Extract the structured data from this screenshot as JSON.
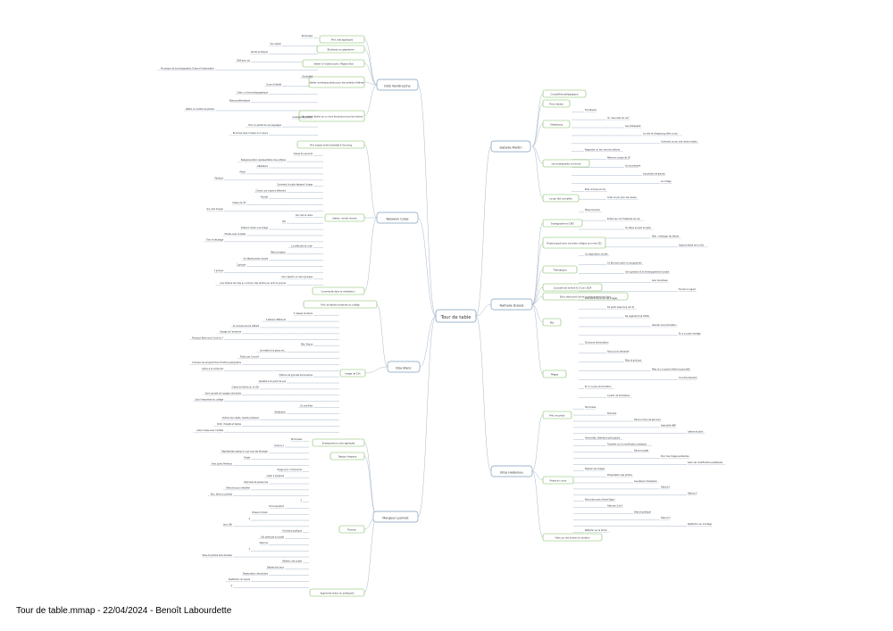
{
  "colors": {
    "line": "#a9b8c8",
    "green": "#7dbb5a",
    "blue": "#7f9fbf",
    "text": "#333333"
  },
  "footer": "Tour de table.mmap - 22/04/2024 - Benoît Labourdette",
  "root": {
    "label": "Tour de table"
  },
  "branches": [
    {
      "label": "Eliot Vandiresche",
      "children": [
        {
          "label": "Prof. arts appliqués"
        },
        {
          "label": "Etudiants en graphisme"
        },
        {
          "label": "Atelier à l'institut avec l'Afghan Box"
        },
        {
          "label": "Atelier numérique photo pour des enfants d'élèves"
        },
        {
          "label": "Lille a lancé l'atelier sur un choix des photos et sur leur lecture"
        }
      ]
    },
    {
      "label": "Nolwenn Colas",
      "children": [
        {
          "label": "Prof. anglais lycée Gambetta à Tourcoing"
        },
        {
          "label": "Atelier: monté donner"
        },
        {
          "label": "Commenté dans la médiation !"
        }
      ]
    },
    {
      "label": "Elsa Blanc",
      "children": [
        {
          "label": "Prof. de lettres modernes au collège"
        },
        {
          "label": "Image de 15h"
        }
      ]
    },
    {
      "label": "Margaux Lyonnet",
      "children": [
        {
          "label": "Enseignante en arts appliqués"
        },
        {
          "label": "Design d'espace"
        },
        {
          "label": "Travaux"
        },
        {
          "label": "Apprendre mieux en pratiquant"
        }
      ]
    },
    {
      "label": "Isabelle Martin",
      "children": [
        {
          "label": "Conseillère pédagogique"
        },
        {
          "label": "Trois classes"
        },
        {
          "label": "Strasbourg"
        },
        {
          "label": "Les enseignants ont envie"
        },
        {
          "label": "Le jeu fait connaître"
        }
      ]
    },
    {
      "label": "Nathalie Dubois",
      "children": [
        {
          "label": "Enseignante en CM2"
        },
        {
          "label": "Projet proposé avec une autre collègue qui a des CE1"
        },
        {
          "label": "Thématique"
        },
        {
          "label": "Le projet doit se faire le 17 juin 2024"
        },
        {
          "label": "Elle a découvert l'art et la photographie bien tard"
        },
        {
          "label": "Mol"
        },
        {
          "label": "Pièges"
        }
      ]
    },
    {
      "label": "Elisa Hadereau",
      "children": [
        {
          "label": "Prof. de photo"
        },
        {
          "label": "Projet en cours"
        },
        {
          "label": "Vidéo sur des formes de narration"
        }
      ]
    }
  ],
  "details": {
    "eliot": [
      "Terminales",
      "Son atelier",
      "Atouts pratiques",
      "Défi pour soi",
      "Processus de la photographie. D'abord l'observation",
      "Sensibilité",
      "Cours d'intérêt",
      "Créer un livre photographique",
      "Base problématique",
      "Définir le nombre de photos",
      "Analyser les photos",
      "Et si on parlait de nos paysages",
      "Et le tout dans l'urbain en 1 heure"
    ],
    "nolwenn": [
      "Classe de seconde",
      "Réappropriation représentation des artistes",
      "Littérature",
      "Photo",
      "Peinture",
      "Comment le sujet dépasse l'image",
      "Choisir une cause à défendre",
      "Format",
      "Classe de 35",
      "Qui veut bouger",
      "Qui met le cadre",
      "Bol",
      "D'abord choisir une image",
      "Photos avec le texte",
      "Tirer le décalage",
      "La difficulté de créer",
      "Tête formateur",
      "Au départ photo choisie",
      "1 groupe",
      "1 groupe",
      "Pour répartir en deux groupes",
      "Une histoire de mise en commun des photos sur le fil du journal"
    ],
    "elsa": [
      "5 classes de 6eme",
      "2 ateliers différents",
      "Ils ont pas encore débuté",
      "Voyage et l'aventure",
      "Pourquoi êtes-vous l'inconnu ?",
      "Mer, fleuve",
      "Se mettre à la place de...",
      "Public par l'accord",
      "A travers les programmes d'histoire géographie",
      "Grâce à la recherche",
      "Histoire de grandes découvertes",
      "Questions du point de vue",
      "Classe de 6eme sur le 15h",
      "Sont carnets de voyage individuels",
      "Sont l'empreinte du collège",
      "En ses filles",
      "Restitution",
      "Poème des objets, objets poétiques",
      "Partir d'objets et textes",
      "Autre classe avec l'artiste"
    ],
    "margaux": [
      "Terminales",
      "Licence 1",
      "Représentez quelqu'un qui vous est étranger",
      "Projet",
      "Avec Julien Prévieux",
      "Image pour comprendre",
      "Lister à présente",
      "Interview de personnes",
      "Réécrire pour identifier",
      "Run: faire un portrait",
      "2",
      "Chronographie",
      "Chaise Crimson",
      "2",
      "Lacs 18h",
      "Fonctions publique",
      "Ont participé au projet",
      "Séances",
      "3",
      "Pose de photos dans Kovalex",
      "Relation des sujets",
      "Débats des lieux",
      "Restauration des photos",
      "Restitution du travail",
      "4"
    ],
    "isabelle": [
      "Simultanés",
      "Un \"Les mots du ciel\"",
      "Les intéressant",
      "La ville de Strasbourg offre un jeu",
      "Comment un jeu doit rendre visible",
      "Rapporter un lien vers les enfants",
      "Même en classe de CP",
      "Le mouvement",
      "Les photos de genres",
      "Le collage",
      "Elles ont pas encore",
      "Créer en jeu pour les causes"
    ],
    "nathalie": [
      "Milieu favorisé",
      "Enfant qui ont l'habitude de voir",
      "Un élève en part au lapin",
      "Idée : mélanger les élèves",
      "Aspect réalisé de la ville",
      "La négociation sociale",
      "Ce fait avec partir du programme",
      "Une question et le développement durable",
      "Avec les élèves",
      "Fonder le regard",
      "Prendre du recul sur les images",
      "De partir beaucoup de l'IA",
      "De regarder trop TikTok",
      "Aborder de la formation",
      "En a un gros mariage",
      "De bonne de formation",
      "Alors qu'un demande",
      "Mais la principe",
      "Mais ils y a quand même la pauvreté",
      "Connaît présenter",
      "En 2, le plus de formation",
      "A partir de formations"
    ],
    "elisa": [
      "Terminales",
      "Première",
      "Dans le choix de parcours",
      "Spécialité HNP",
      "Lettres et philo",
      "Humanités, littérature philosophie",
      "Travailler sur la modification plastique",
      "Dans le projet",
      "Pour des images existantes",
      "Selon les modifications plastiques",
      "Réparer les images",
      "Présentation des photos",
      "Les élèves choisissent",
      "Séance 1",
      "Séance 2",
      "Rencontre avec Aimee Figaro",
      "Séances 3 et 4",
      "Séance pratique",
      "Séance 5",
      "Restitution au montage",
      "Réfléchir sur la forme"
    ]
  }
}
